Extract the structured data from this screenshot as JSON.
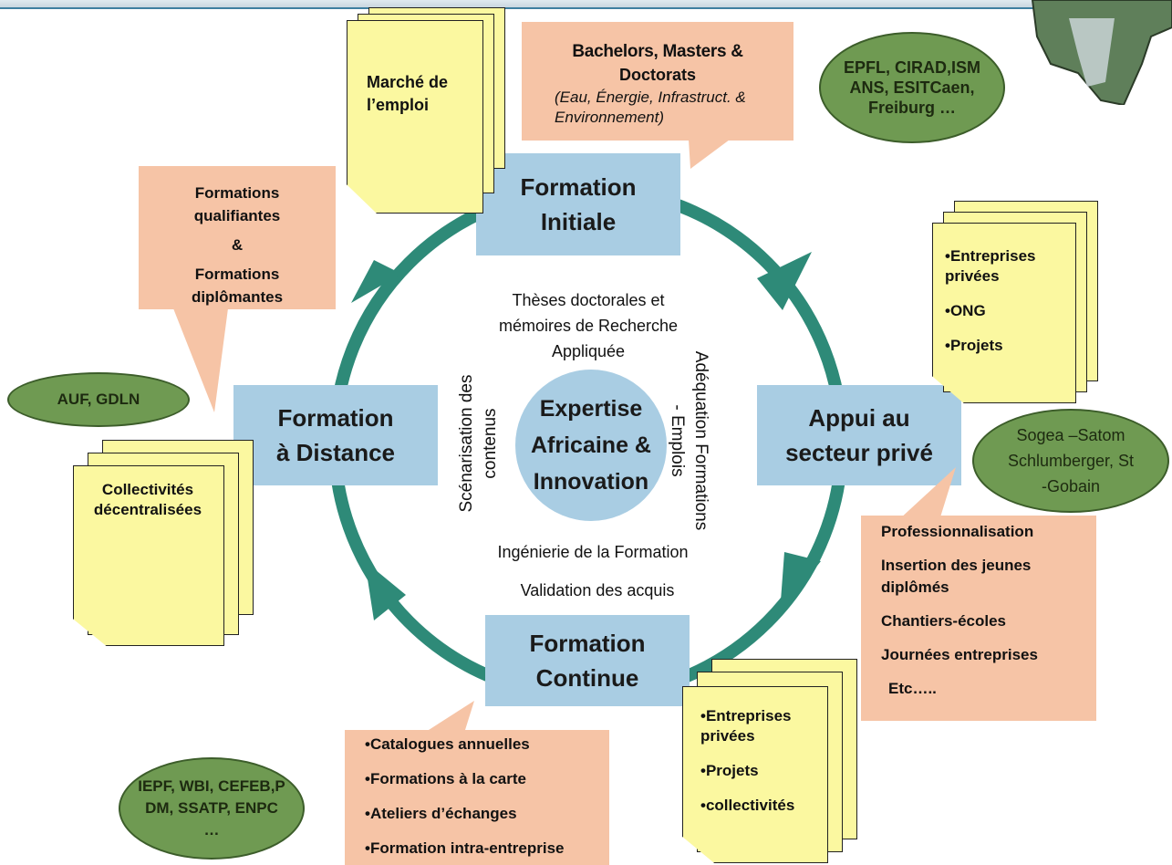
{
  "center": {
    "line1": "Expertise",
    "line2": "Africaine &",
    "line3": "Innovation"
  },
  "boxes": {
    "initiale": {
      "line1": "Formation",
      "line2": "Initiale"
    },
    "distance": {
      "line1": "Formation",
      "line2": "à Distance"
    },
    "appui": {
      "line1": "Appui au",
      "line2": "secteur privé"
    },
    "continue": {
      "line1": "Formation",
      "line2": "Continue"
    }
  },
  "inner_labels": {
    "top": [
      "Thèses doctorales et",
      "mémoires de Recherche",
      "Appliquée"
    ],
    "left": [
      "Scénarisation des",
      "contenus"
    ],
    "right": [
      "Adéquation Formations",
      "- Emplois"
    ],
    "bottom1": "Ingénierie de la Formation",
    "bottom2": "Validation des acquis"
  },
  "callouts": {
    "degrees": {
      "line1": "Bachelors, Masters &",
      "line2": "Doctorats",
      "line3": "(Eau, Énergie, Infrastruct. &",
      "line4": "Environnement)"
    },
    "qualifiantes": [
      "Formations",
      "qualifiantes",
      "&",
      "Formations",
      "diplômantes"
    ],
    "professionnalisation": [
      "Professionnalisation",
      "Insertion des jeunes",
      "diplômés",
      "Chantiers-écoles",
      "Journées entreprises",
      "Etc….."
    ],
    "catalogues": [
      "•Catalogues annuelles",
      "•Formations à la carte",
      "•Ateliers d’échanges",
      "•Formation intra-entreprise"
    ]
  },
  "ovals": {
    "epfl": [
      "EPFL, CIRAD,ISM",
      "ANS, ESITCaen,",
      "Freiburg …"
    ],
    "auf": [
      "AUF, GDLN"
    ],
    "sogea": [
      "Sogea –Satom",
      "Schlumberger, St",
      "-Gobain"
    ],
    "iepf": [
      "IEPF, WBI, CEFEB,P",
      "DM, SSATP, ENPC",
      "…"
    ]
  },
  "notes": {
    "marche": [
      "Marché de",
      "l’emploi"
    ],
    "entreprises_right": [
      "•Entreprises",
      "privées",
      "•ONG",
      "•Projets"
    ],
    "collectivites": [
      "Collectivités",
      "décentralisées"
    ],
    "entreprises_bottom": [
      "•Entreprises",
      "privées",
      "•Projets",
      "•collectivités"
    ]
  },
  "colors": {
    "box_blue": "#a9cde3",
    "salmon": "#f6c4a6",
    "oval_green": "#6f9a52",
    "note_yellow": "#fbf8a0",
    "ring_teal": "#2e8a78",
    "center_circle": "#a9cde3"
  }
}
